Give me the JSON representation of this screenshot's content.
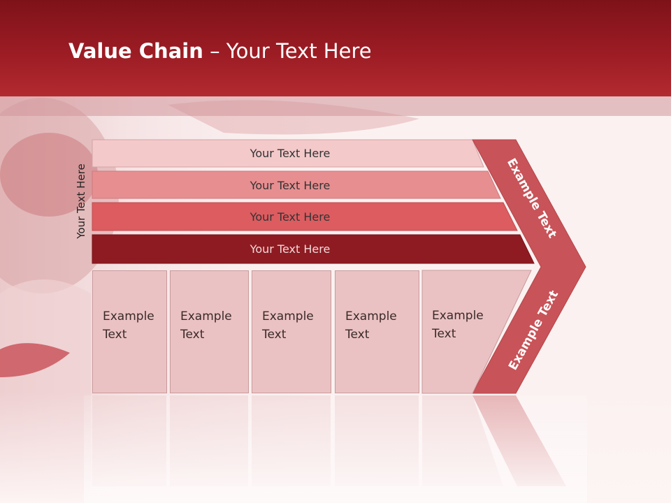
{
  "slide": {
    "title_bold": "Value Chain",
    "title_rest": " – Your Text Here"
  },
  "side_label": "Your Text Here",
  "bars": [
    {
      "label": "Your Text Here",
      "color": "#f3c9ca",
      "text_color": "#333333"
    },
    {
      "label": "Your Text Here",
      "color": "#e78e90",
      "text_color": "#333333"
    },
    {
      "label": "Your Text Here",
      "color": "#dc5c60",
      "text_color": "#333333"
    },
    {
      "label": "Your Text Here",
      "color": "#8e1b22",
      "text_color": "#f0d8d8"
    }
  ],
  "boxes": [
    {
      "line1": "Example",
      "line2": "Text"
    },
    {
      "line1": "Example",
      "line2": "Text"
    },
    {
      "line1": "Example",
      "line2": "Text"
    },
    {
      "line1": "Example",
      "line2": "Text"
    },
    {
      "line1": "Example",
      "line2": "Text"
    }
  ],
  "chevron": {
    "upper_label": "Example Text",
    "lower_label": "Example Text",
    "color": "#c85358"
  }
}
